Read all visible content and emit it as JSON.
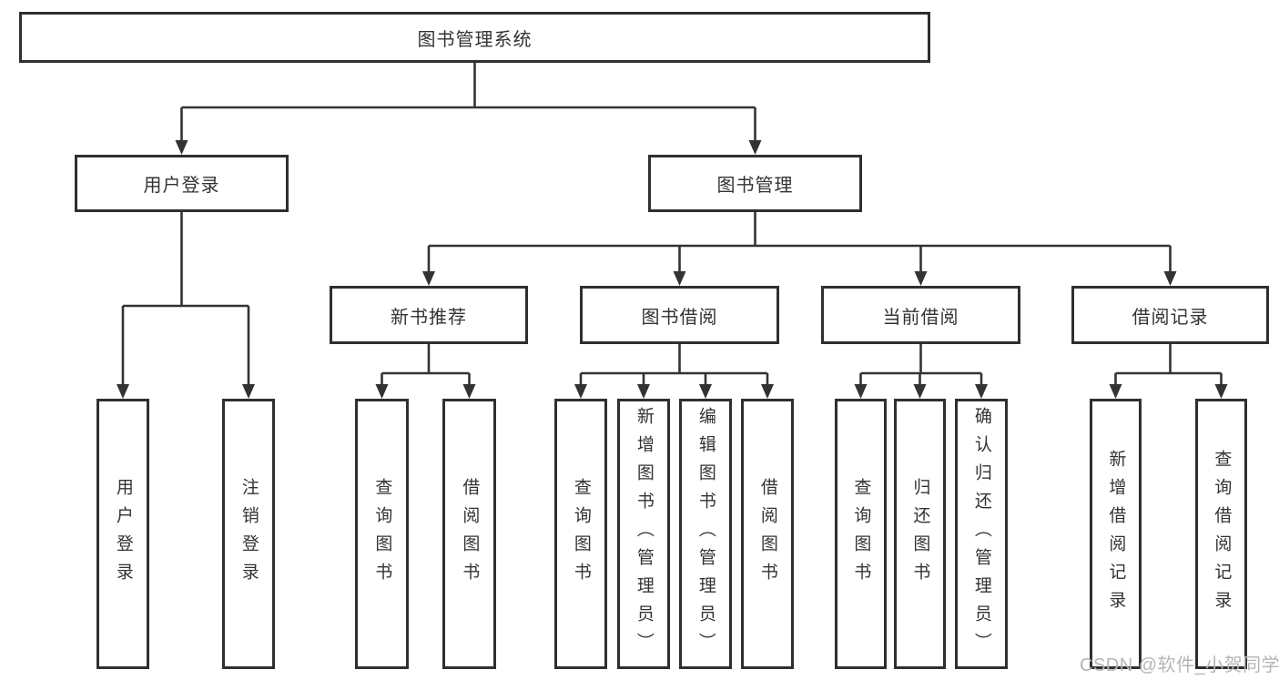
{
  "diagram": {
    "type": "hierarchy-tree",
    "colors": {
      "line": "#333333",
      "box_border": "#2f2f2f",
      "text": "#333333",
      "watermark": "#b5b5b5",
      "background": "#ffffff"
    },
    "tree": {
      "label": "图书管理系统",
      "children": [
        {
          "label": "用户登录",
          "children": [
            {
              "label": "用户登录"
            },
            {
              "label": "注销登录"
            }
          ]
        },
        {
          "label": "图书管理",
          "children": [
            {
              "label": "新书推荐",
              "children": [
                {
                  "label": "查询图书"
                },
                {
                  "label": "借阅图书"
                }
              ]
            },
            {
              "label": "图书借阅",
              "children": [
                {
                  "label": "查询图书"
                },
                {
                  "label": "新增图书（管理员）"
                },
                {
                  "label": "编辑图书（管理员）"
                },
                {
                  "label": "借阅图书"
                }
              ]
            },
            {
              "label": "当前借阅",
              "children": [
                {
                  "label": "查询图书"
                },
                {
                  "label": "归还图书"
                },
                {
                  "label": "确认归还（管理员）"
                }
              ]
            },
            {
              "label": "借阅记录",
              "children": [
                {
                  "label": "新增借阅记录"
                },
                {
                  "label": "查询借阅记录"
                }
              ]
            }
          ]
        }
      ]
    }
  },
  "watermark": {
    "text": "CSDN @软件_小贺同学"
  }
}
